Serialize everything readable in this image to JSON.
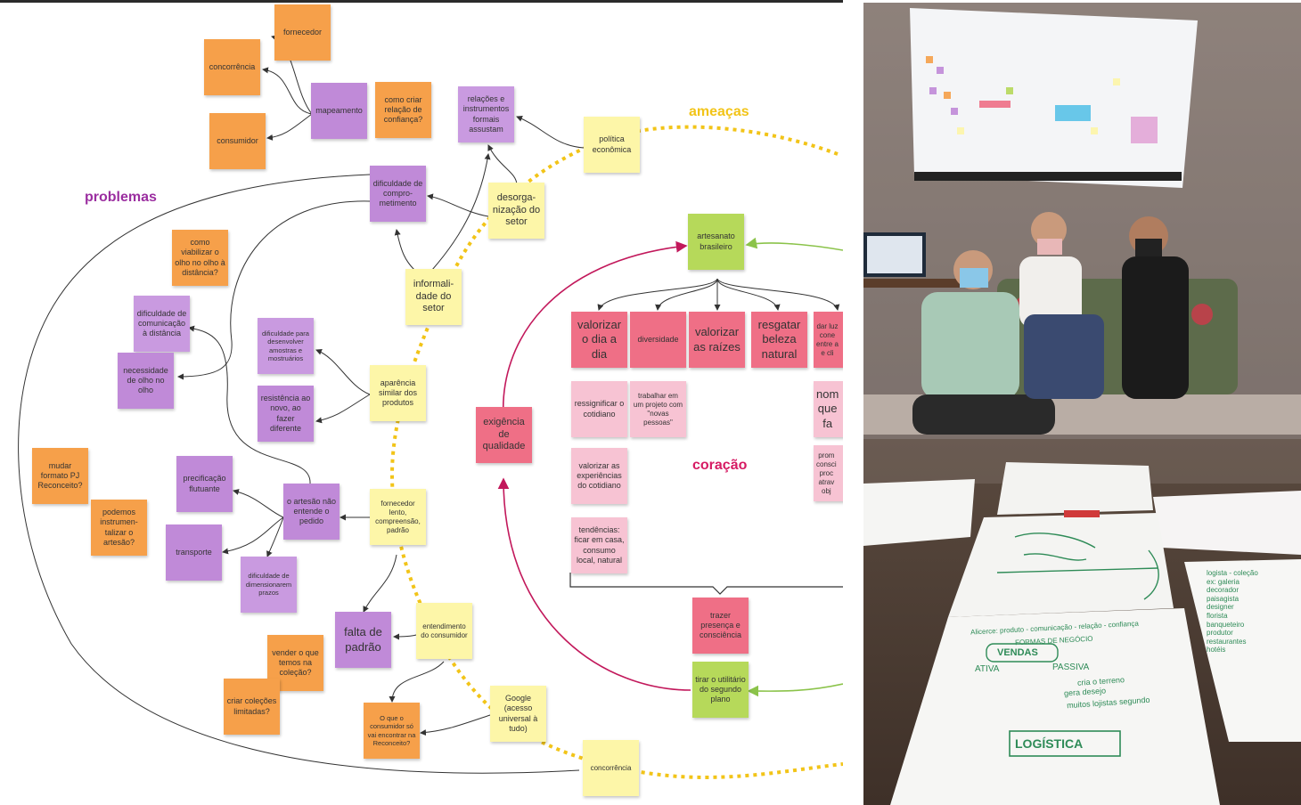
{
  "labels": {
    "problemas": "problemas",
    "ameacas": "ameaças",
    "coracao": "coração"
  },
  "colors": {
    "problemas": "#9b2ea0",
    "ameacas": "#f2c418",
    "coracao": "#d61a63"
  },
  "notes": {
    "fornecedor": "fornecedor",
    "concorrencia_top": "concorrência",
    "mapeamento": "mapeamento",
    "como_criar": "como criar relação de confiança?",
    "consumidor": "consumidor",
    "relacoes": "relações e instrumentos formais assustam",
    "politica": "política econômica",
    "desorganizacao": "desorga-\nnização do setor",
    "dificuldade_comprometimento": "dificuldade de compro-\nmetimento",
    "como_viabilizar": "como viabilizar o olho no olho à distância?",
    "informalidade": "informali-\ndade do setor",
    "dificuldade_comunicacao": "dificuldade de comunicação à distância",
    "necessidade": "necessidade de olho no olho",
    "dificuldade_desenvolver": "dificuldade para desenvolver amostras e mostruários",
    "resistencia": "resistência ao novo, ao fazer diferente",
    "aparencia": "aparência similar dos produtos",
    "mudar_formato": "mudar formato PJ Reconceito?",
    "podemos": "podemos instrumen-\ntalizar o artesão?",
    "precificacao": "precificação flutuante",
    "artesao_nao_entende": "o artesão não entende o pedido",
    "fornecedor_lento": "fornecedor lento, compreensão, padrão",
    "transporte": "transporte",
    "dimensionarem": "dificuldade de dimensionarem prazos",
    "falta_padrao": "falta de padrão",
    "entendimento": "entendimento do consumidor",
    "vender": "vender o que temos na coleção?",
    "criar_colecoes": "criar coleções limitadas?",
    "o_que_consumidor": "O que o consumidor só vai encontrar na Reconceito?",
    "google": "Google (acesso universal à tudo)",
    "concorrencia_bottom": "concorrência",
    "artesanato": "artesanato brasileiro",
    "valorizar_dia": "valorizar o dia a dia",
    "diversidade": "diversidade",
    "valorizar_raizes": "valorizar as raízes",
    "resgatar": "resgatar beleza natural",
    "dar_luz": "dar luz\ncone\nentre a\ne cli",
    "ressignificar": "ressignificar o cotidiano",
    "trabalhar": "trabalhar em um projeto com \"novas pessoas\"",
    "nom": "nom\nque\nfa",
    "valorizar_exp": "valorizar as experiências do cotidiano",
    "prom": "prom\nconsci\nproc\natrav\nobj",
    "tendencias": "tendências: ficar em casa, consumo local, natural",
    "exigencia": "exigência de qualidade",
    "trazer": "trazer presença e consciência",
    "tirar": "tirar o utilitário do segundo plano"
  },
  "photo": {
    "paper_vendas": "VENDAS",
    "paper_logistica": "LOGÍSTICA",
    "paper_ativa": "ATIVA",
    "paper_passiva": "PASSIVA",
    "paper_line1": "Alicerce: produto - comunicação - relação - confiança",
    "paper_line2": "FORMAS DE NEGÓCIO",
    "paper_line3": "cria o terreno",
    "paper_line4": "gera desejo",
    "paper_line5": "muitos lojistas segundo",
    "paper_right": "logista - coleção\nex: galeria\ndecorador\npaisagista\ndesigner\nflorista\nbanqueteiro\nprodutor\nrestaurantes\nhotéis"
  }
}
